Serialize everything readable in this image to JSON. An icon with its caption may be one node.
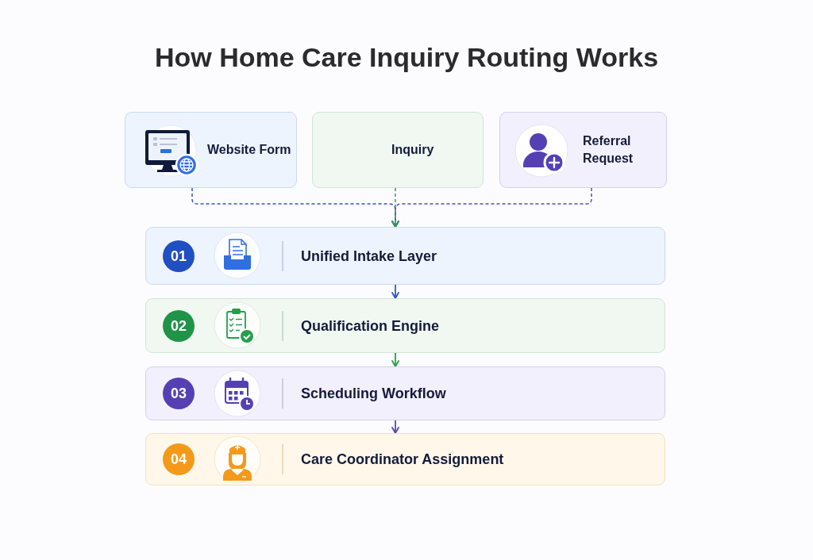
{
  "diagram": {
    "title": "How Home Care Inquiry Routing Works",
    "nodes": [
      {
        "text": [
          "Website Form"
        ]
      },
      {
        "text": [
          "Inquiry"
        ]
      },
      {
        "text": [
          "Referral Request"
        ]
      },
      {
        "text": [
          "01",
          "Unified Intake Layer"
        ]
      },
      {
        "text": [
          "02",
          "Qualification Engine"
        ]
      },
      {
        "text": [
          "03",
          "Scheduling Workflow"
        ]
      },
      {
        "text": [
          "04",
          "Care Coordinator Assignment"
        ]
      }
    ],
    "edges": [
      {
        "from": 0,
        "to": 3,
        "arrow": "to",
        "style": "dashed",
        "color": "#3457c0"
      },
      {
        "from": 2,
        "to": 3,
        "arrow": "to",
        "style": "dashed",
        "color": "#5b48b5"
      },
      {
        "from": 1,
        "to": 3,
        "arrow": "to",
        "style": "dashed",
        "color": "#2ea04f"
      },
      {
        "from": 3,
        "to": 4,
        "arrow": "to",
        "color": "#2d58c4"
      },
      {
        "from": 4,
        "to": 5,
        "arrow": "to",
        "color": "#27a048"
      },
      {
        "from": 5,
        "to": 6,
        "arrow": "to",
        "color": "#5a46b3"
      }
    ]
  }
}
